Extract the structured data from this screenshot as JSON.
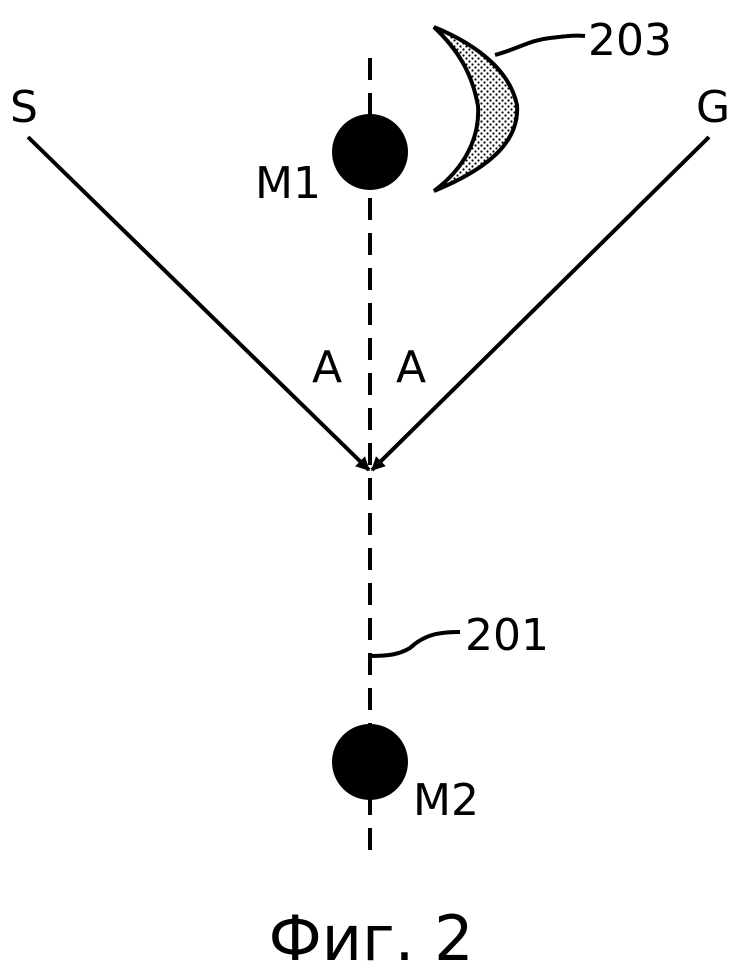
{
  "figure": {
    "labels": {
      "s": "S",
      "g": "G",
      "m1": "M1",
      "m2": "M2",
      "a_left": "A",
      "a_right": "A",
      "ref_203": "203",
      "ref_201": "201"
    },
    "caption": "Фиг. 2"
  }
}
